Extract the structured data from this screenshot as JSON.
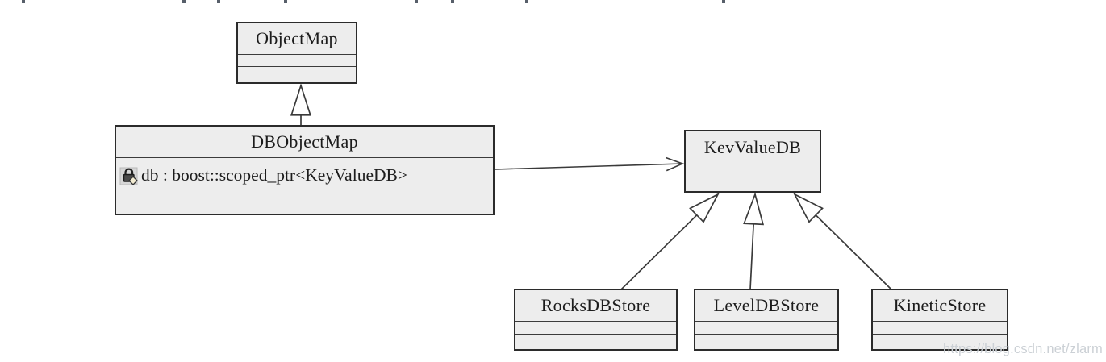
{
  "diagram": {
    "classes": [
      {
        "name": "ObjectMap",
        "attributes": [],
        "operations": []
      },
      {
        "name": "DBObjectMap",
        "attributes": [
          {
            "icon": "protected-lock-icon",
            "text": "db : boost::scoped_ptr<KeyValueDB>"
          }
        ],
        "operations": []
      },
      {
        "name": "KevValueDB",
        "attributes": [],
        "operations": []
      },
      {
        "name": "RocksDBStore",
        "attributes": [],
        "operations": []
      },
      {
        "name": "LevelDBStore",
        "attributes": [],
        "operations": []
      },
      {
        "name": "KineticStore",
        "attributes": [],
        "operations": []
      }
    ],
    "relations": [
      {
        "type": "generalization",
        "from": "DBObjectMap",
        "to": "ObjectMap"
      },
      {
        "type": "association",
        "from": "DBObjectMap",
        "to": "KevValueDB"
      },
      {
        "type": "generalization",
        "from": "RocksDBStore",
        "to": "KevValueDB"
      },
      {
        "type": "generalization",
        "from": "LevelDBStore",
        "to": "KevValueDB"
      },
      {
        "type": "generalization",
        "from": "KineticStore",
        "to": "KevValueDB"
      }
    ]
  },
  "watermark": {
    "text": "https://blog.csdn.net/zlarm"
  },
  "colors": {
    "background": "#ffffff",
    "box_fill": "#ededed",
    "box_border": "#2b2b2b",
    "line": "#3a3a3a",
    "watermark": "#cbd0d5"
  },
  "artifacts": {
    "top_edge_speck_x": [
      27,
      226,
      269,
      352,
      514,
      559,
      651,
      895
    ]
  }
}
